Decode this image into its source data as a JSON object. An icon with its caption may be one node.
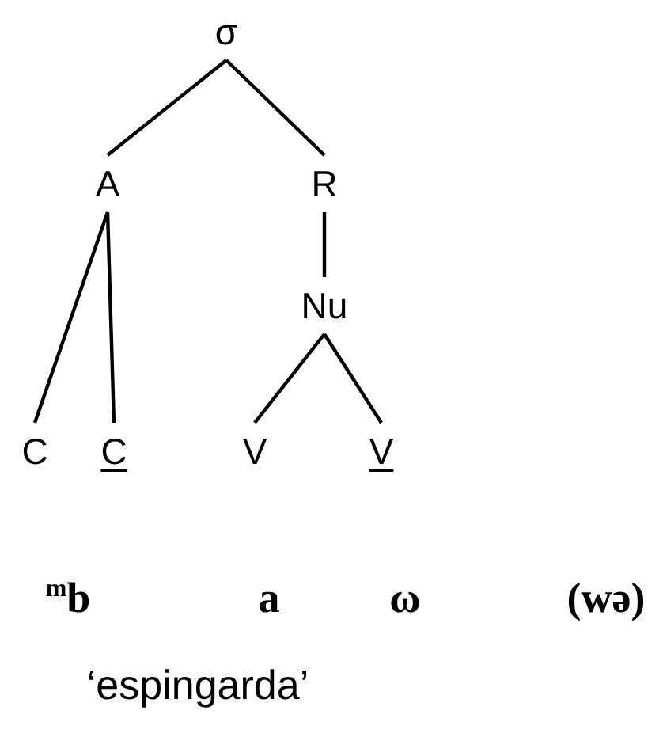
{
  "diagram": {
    "nodes": [
      {
        "text": [
          "σ"
        ]
      },
      {
        "text": [
          "A"
        ]
      },
      {
        "text": [
          "R"
        ]
      },
      {
        "text": [
          "Nu"
        ]
      },
      {
        "text": [
          "C"
        ]
      },
      {
        "text": [
          "C"
        ]
      },
      {
        "text": [
          "V"
        ]
      },
      {
        "text": [
          "V"
        ]
      }
    ],
    "edges": [
      {
        "from": 0,
        "to": 1,
        "arrow": "none"
      },
      {
        "from": 0,
        "to": 2,
        "arrow": "none"
      },
      {
        "from": 1,
        "to": 4,
        "arrow": "none"
      },
      {
        "from": 1,
        "to": 5,
        "arrow": "none"
      },
      {
        "from": 2,
        "to": 3,
        "arrow": "none"
      },
      {
        "from": 3,
        "to": 6,
        "arrow": "none"
      },
      {
        "from": 3,
        "to": 7,
        "arrow": "none"
      }
    ],
    "labels": [
      "$^{m}$b",
      "a",
      "ω",
      "(wə)",
      "‘espingarda’"
    ]
  }
}
